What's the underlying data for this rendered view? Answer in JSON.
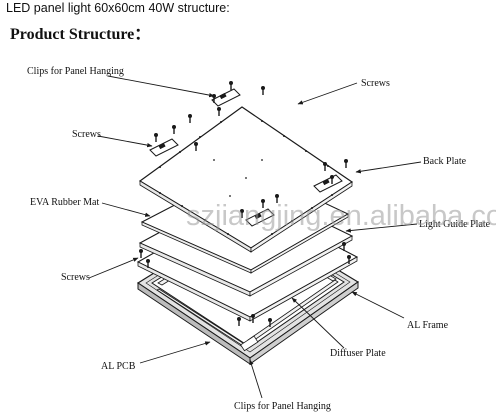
{
  "page": {
    "heading": "LED panel light 60x60cm 40W structure:",
    "subheading": "Product Structure："
  },
  "labels": {
    "clips_top": "Clips for Panel Hanging",
    "screws_top_right": "Screws",
    "screws_left_top": "Screws",
    "back_plate": "Back Plate",
    "eva_rubber_mat": "EVA Rubber Mat",
    "light_guide_plate": "Light Guide Plate",
    "screws_left_bottom": "Screws",
    "al_frame": "AL Frame",
    "diffuser_plate": "Diffuser Plate",
    "al_pcb": "AL PCB",
    "clips_bottom": "Clips for Panel Hanging"
  },
  "watermark": "szjiangjing.en.alibaba.com",
  "colors": {
    "line": "#1a1a1a",
    "text": "#111111",
    "frame_fill": "#d9d9d9",
    "watermark": "#9a9a9a"
  }
}
